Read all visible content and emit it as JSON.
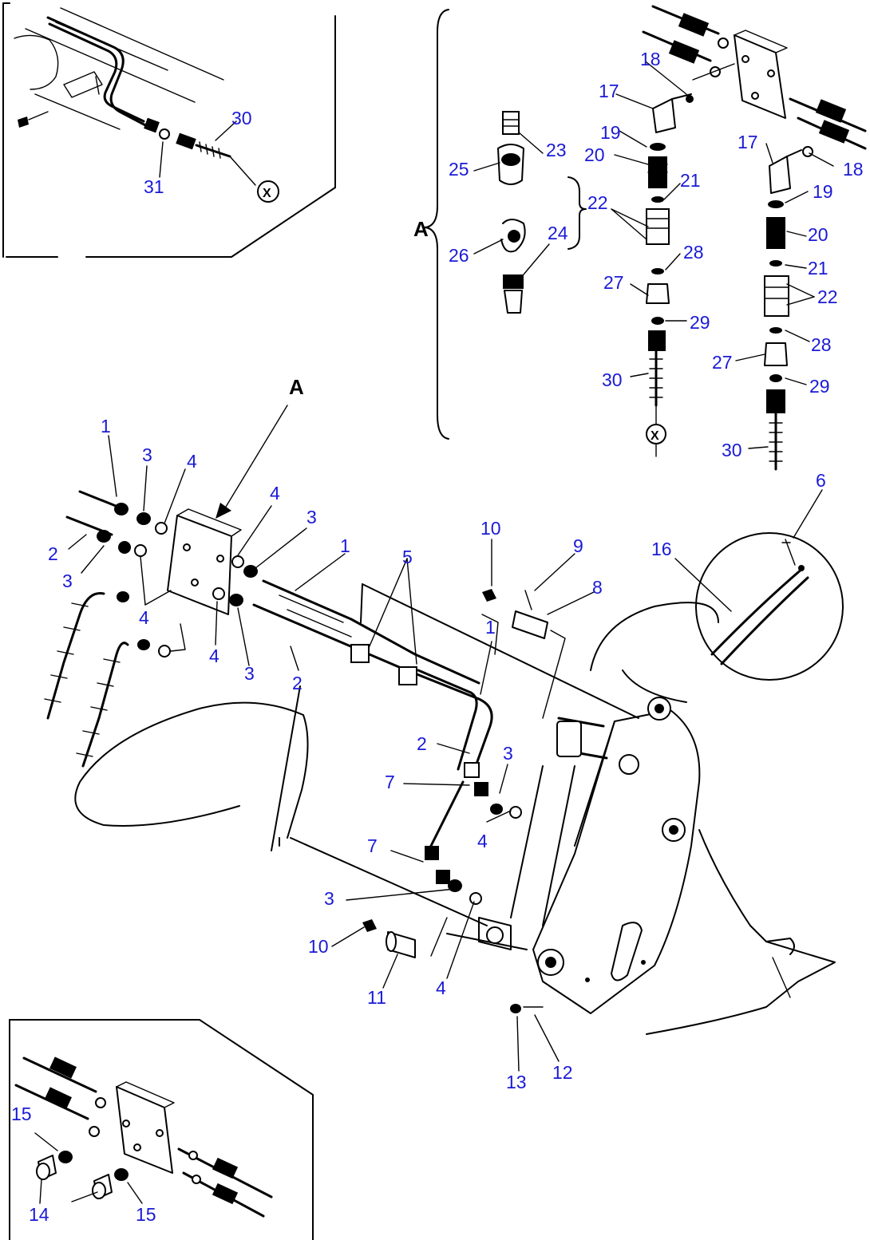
{
  "figure": {
    "view_letter": "A",
    "view_arrow_letter": "A",
    "section_marker": "X"
  },
  "callouts": {
    "c1a": "1",
    "c1b": "1",
    "c1c": "1",
    "c2a": "2",
    "c2b": "2",
    "c2c": "2",
    "c3a": "3",
    "c3b": "3",
    "c3c": "3",
    "c3d": "3",
    "c3e": "3",
    "c3f": "3",
    "c4a": "4",
    "c4b": "4",
    "c4c": "4",
    "c4d": "4",
    "c4e": "4",
    "c4f": "4",
    "c5": "5",
    "c6": "6",
    "c7a": "7",
    "c7b": "7",
    "c8": "8",
    "c9": "9",
    "c10a": "10",
    "c10b": "10",
    "c11": "11",
    "c12": "12",
    "c13": "13",
    "c14": "14",
    "c15a": "15",
    "c15b": "15",
    "c16": "16",
    "c17a": "17",
    "c17b": "17",
    "c18a": "18",
    "c18b": "18",
    "c19a": "19",
    "c19b": "19",
    "c20a": "20",
    "c20b": "20",
    "c21a": "21",
    "c21b": "21",
    "c22a": "22",
    "c22b": "22",
    "c23": "23",
    "c24": "24",
    "c25": "25",
    "c26": "26",
    "c27a": "27",
    "c27b": "27",
    "c28a": "28",
    "c28b": "28",
    "c29a": "29",
    "c29b": "29",
    "c30a": "30",
    "c30b": "30",
    "c30c": "30",
    "c31": "31"
  },
  "colors": {
    "callout": "#1a1ad6",
    "linework": "#000000",
    "background": "#ffffff"
  }
}
